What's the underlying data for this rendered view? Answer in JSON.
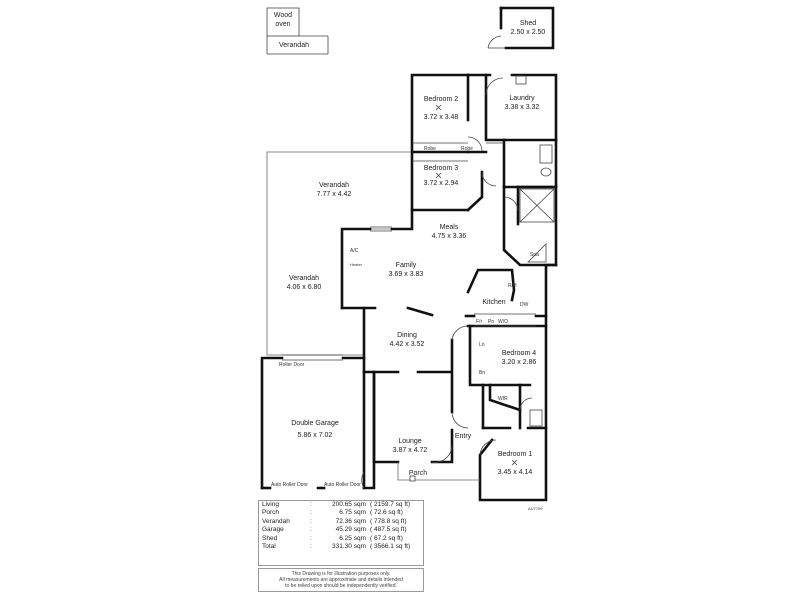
{
  "rooms": {
    "wood_oven": {
      "name_line1": "Wood",
      "name_line2": "oven"
    },
    "top_verandah": {
      "name": "Verandah"
    },
    "shed": {
      "name": "Shed",
      "dims": "2.50 x 2.50"
    },
    "bedroom2": {
      "name": "Bedroom 2",
      "dims": "3.72 x 3.48"
    },
    "laundry": {
      "name": "Laundry",
      "dims": "3.38 x 3.32"
    },
    "bedroom3": {
      "name": "Bedroom 3",
      "dims": "3.72 x 2.94"
    },
    "verandah_top": {
      "name": "Verandah",
      "dims": "7.77 x 4.42"
    },
    "meals": {
      "name": "Meals",
      "dims": "4.75 x 3.36"
    },
    "family": {
      "name": "Family",
      "dims": "3.69 x 3.83"
    },
    "verandah_side": {
      "name": "Verandah",
      "dims": "4.06 x 6.80"
    },
    "kitchen": {
      "name": "Kitchen"
    },
    "dining": {
      "name": "Dining",
      "dims": "4.42 x 3.52"
    },
    "bedroom4": {
      "name": "Bedroom 4",
      "dims": "3.20 x 2.86"
    },
    "double_garage": {
      "name": "Double Garage",
      "dims": "5.86 x 7.02"
    },
    "lounge": {
      "name": "Lounge",
      "dims": "3.87 x 4.72"
    },
    "entry": {
      "name": "Entry"
    },
    "bedroom1": {
      "name": "Bedroom 1",
      "dims": "3.45 x 4.14"
    },
    "porch": {
      "name": "Porch"
    }
  },
  "fixtures": {
    "robe_left": "Robe",
    "robe_right": "Robe",
    "ac": "A/C",
    "heater": "Heater",
    "rh": "R/H",
    "dw": "DW",
    "fr": "F/r",
    "pn": "Pn",
    "wio": "W/O",
    "ln": "Ln",
    "bn": "Bn",
    "wir": "WIR",
    "spa": "Spa"
  },
  "labels": {
    "roller_door": "Roller Door",
    "auto_roller_door_1": "Auto Roller Door",
    "auto_roller_door_2": "Auto Roller Door",
    "ref_code": "AU7709"
  },
  "areas": [
    {
      "label": "Living",
      "sqm": "200.65 sqm",
      "sqft": "( 2159.7 sq ft)"
    },
    {
      "label": "Porch",
      "sqm": "6.75 sqm",
      "sqft": "( 72.6 sq ft)"
    },
    {
      "label": "Verandah",
      "sqm": "72.36 sqm",
      "sqft": "( 778.8 sq ft)"
    },
    {
      "label": "Garage",
      "sqm": "45.29 sqm",
      "sqft": "( 487.5 sq ft)"
    },
    {
      "label": "Shed",
      "sqm": "6.25 sqm",
      "sqft": "( 67.2 sq ft)"
    },
    {
      "label": "Total",
      "sqm": "331.30 sqm",
      "sqft": "( 3566.1 sq ft)"
    }
  ],
  "disclaimer": [
    "This Drawing is for illustration purposes only.",
    "All measurements are approximate and details intended",
    "to be relied upon should be independently verified."
  ]
}
